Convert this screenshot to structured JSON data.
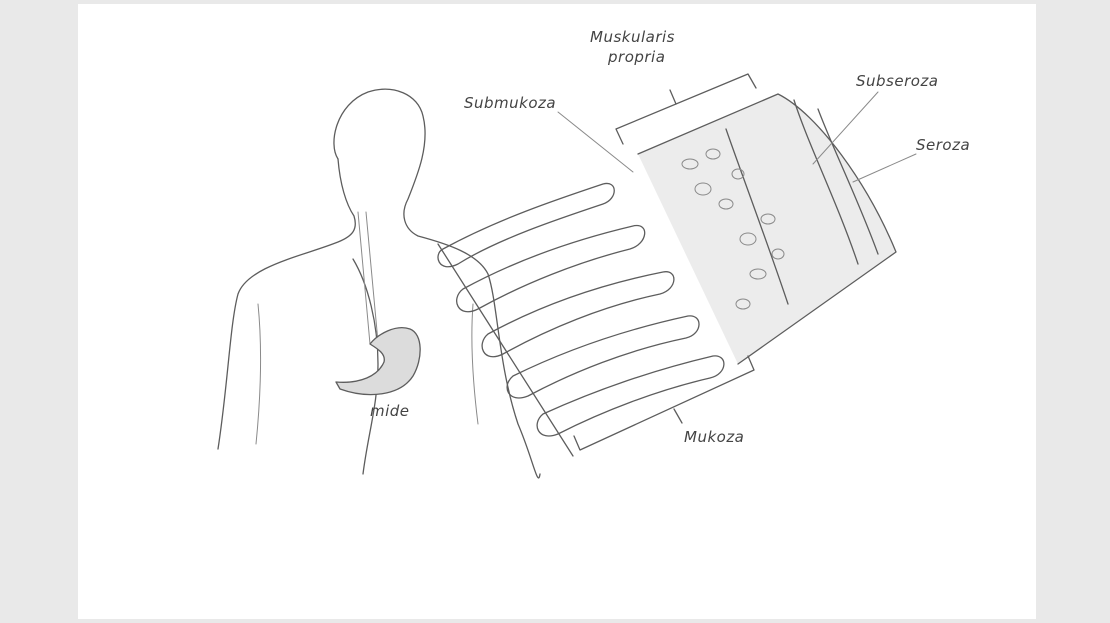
{
  "labels": {
    "muscularis_line1": "Muskularis",
    "muscularis_line2": "propria",
    "submukoza": "Submukoza",
    "subseroza": "Subseroza",
    "seroza": "Seroza",
    "mide": "mide",
    "mukoza": "Mukoza"
  }
}
